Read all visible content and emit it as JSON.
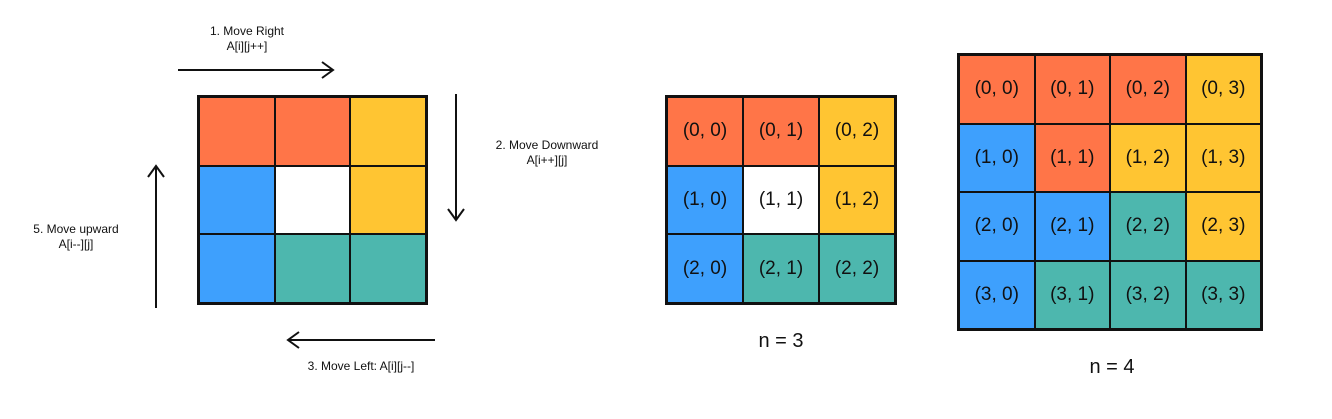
{
  "colors": {
    "orange": "#FF7548",
    "yellow": "#FFC532",
    "blue": "#3EA0FD",
    "teal": "#4DB7AE",
    "white": "#FFFFFF",
    "ink": "#111111"
  },
  "traversal": {
    "step1": {
      "title": "1. Move Right",
      "expr": "A[i][j++]"
    },
    "step2": {
      "title": "2. Move Downward",
      "expr": "A[i++][j]"
    },
    "step3": {
      "text": "3. Move Left: A[i][j--]"
    },
    "step5": {
      "title": "5. Move upward",
      "expr": "A[i--][j]"
    },
    "grid": [
      [
        "orange",
        "orange",
        "yellow"
      ],
      [
        "blue",
        "white",
        "yellow"
      ],
      [
        "blue",
        "teal",
        "teal"
      ]
    ]
  },
  "grid3": {
    "label": "n = 3",
    "cells": [
      [
        {
          "text": "(0, 0)",
          "color": "orange"
        },
        {
          "text": "(0, 1)",
          "color": "orange"
        },
        {
          "text": "(0, 2)",
          "color": "yellow"
        }
      ],
      [
        {
          "text": "(1, 0)",
          "color": "blue"
        },
        {
          "text": "(1, 1)",
          "color": "white"
        },
        {
          "text": "(1, 2)",
          "color": "yellow"
        }
      ],
      [
        {
          "text": "(2, 0)",
          "color": "blue"
        },
        {
          "text": "(2, 1)",
          "color": "teal"
        },
        {
          "text": "(2, 2)",
          "color": "teal"
        }
      ]
    ]
  },
  "grid4": {
    "label": "n = 4",
    "cells": [
      [
        {
          "text": "(0, 0)",
          "color": "orange"
        },
        {
          "text": "(0, 1)",
          "color": "orange"
        },
        {
          "text": "(0, 2)",
          "color": "orange"
        },
        {
          "text": "(0, 3)",
          "color": "yellow"
        }
      ],
      [
        {
          "text": "(1, 0)",
          "color": "blue"
        },
        {
          "text": "(1, 1)",
          "color": "orange"
        },
        {
          "text": "(1, 2)",
          "color": "yellow"
        },
        {
          "text": "(1, 3)",
          "color": "yellow"
        }
      ],
      [
        {
          "text": "(2, 0)",
          "color": "blue"
        },
        {
          "text": "(2, 1)",
          "color": "blue"
        },
        {
          "text": "(2, 2)",
          "color": "teal"
        },
        {
          "text": "(2, 3)",
          "color": "yellow"
        }
      ],
      [
        {
          "text": "(3, 0)",
          "color": "blue"
        },
        {
          "text": "(3, 1)",
          "color": "teal"
        },
        {
          "text": "(3, 2)",
          "color": "teal"
        },
        {
          "text": "(3, 3)",
          "color": "teal"
        }
      ]
    ]
  }
}
